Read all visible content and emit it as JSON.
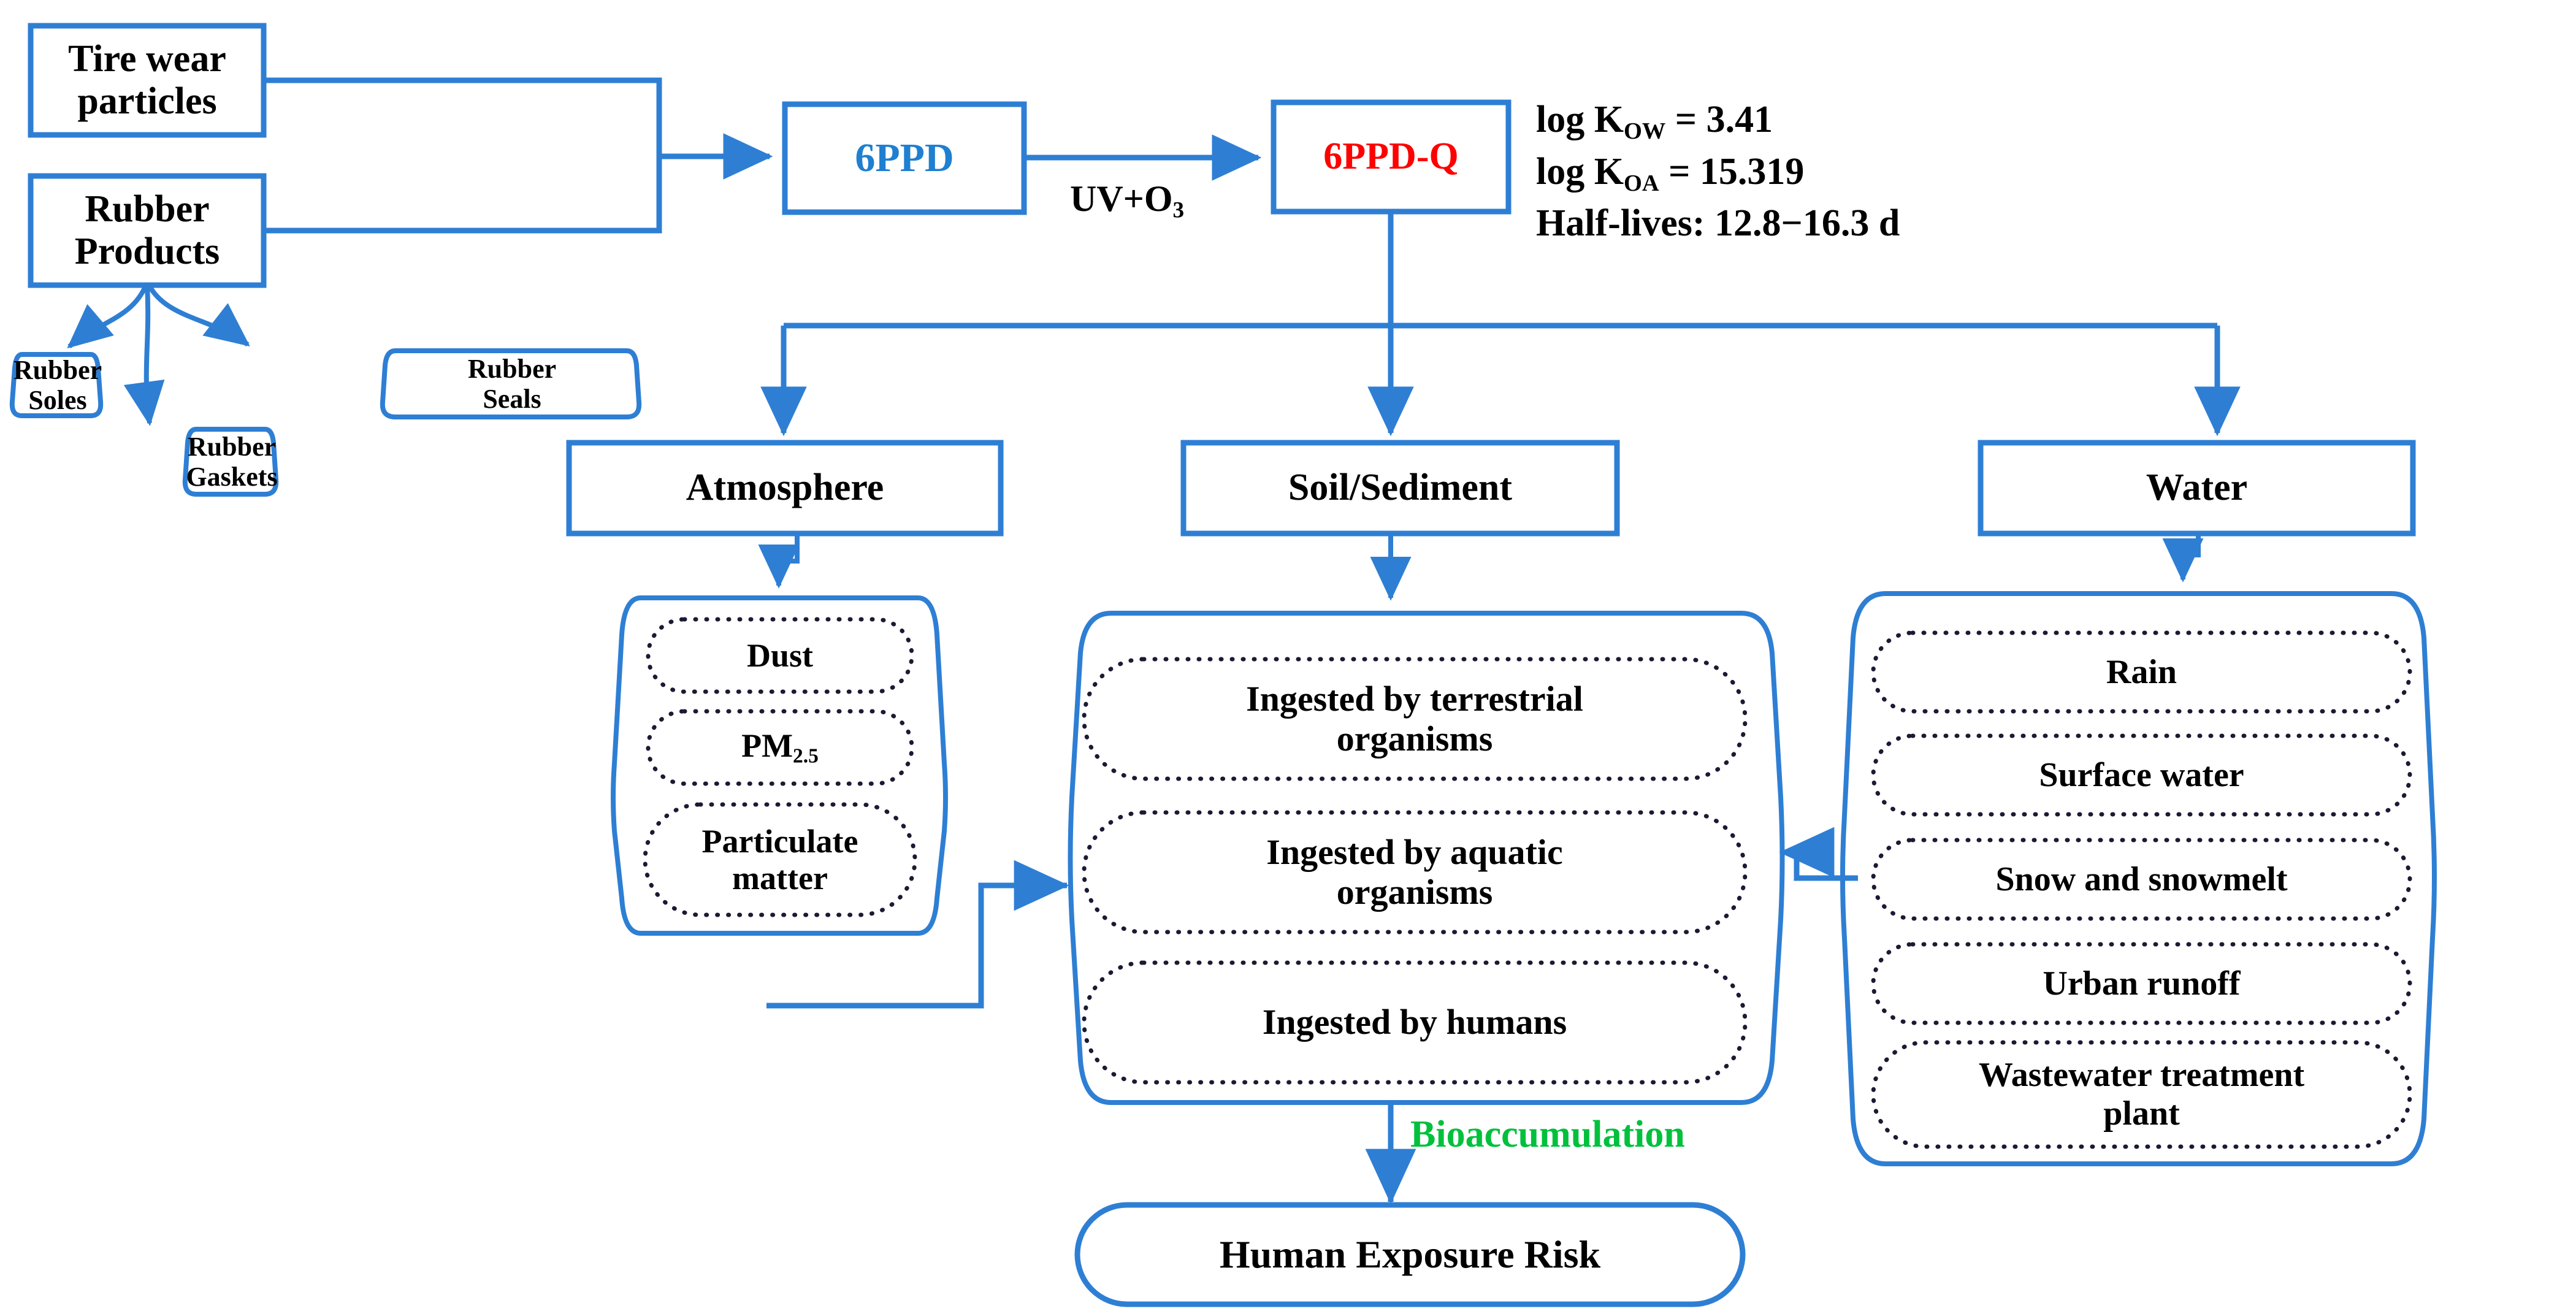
{
  "theme": {
    "line_color": "#2e7fd4",
    "text_color": "#000000",
    "label_6ppd_color": "#1f7fd0",
    "label_6ppdq_color": "#ff0000",
    "bioaccumulation_color": "#00c03c",
    "dotted_border_color": "#1a1a33",
    "background": "#ffffff"
  },
  "sources": {
    "tire_wear_particles": "Tire wear particles",
    "rubber_products": "Rubber Products",
    "rubber_items": [
      {
        "label": "Rubber\nSoles",
        "line1": "Rubber",
        "line2": "Soles"
      },
      {
        "label": "Rubber\nGaskets",
        "line1": "Rubber",
        "line2": "Gaskets"
      },
      {
        "label": "Rubber\nSeals",
        "line1": "Rubber",
        "line2": "Seals"
      }
    ]
  },
  "chemicals": {
    "parent": "6PPD",
    "transformation_label_pre": "UV+O",
    "transformation_label_sub": "3",
    "product": "6PPD-Q"
  },
  "properties": {
    "line1_pre": "log K",
    "line1_sub": "OW",
    "line1_post": " = 3.41",
    "line2_pre": "log K",
    "line2_sub": "OA",
    "line2_post": " = 15.319",
    "line3": "Half-lives: 12.8−16.3 d"
  },
  "compartments": [
    {
      "name": "Atmosphere",
      "items": [
        {
          "text": "Dust"
        },
        {
          "text_pre": "PM",
          "text_sub": "2.5"
        },
        {
          "line1": "Particulate",
          "line2": "matter"
        }
      ]
    },
    {
      "name": "Soil/Sediment",
      "items": [
        {
          "line1": "Ingested by terrestrial",
          "line2": "organisms"
        },
        {
          "line1": "Ingested by aquatic",
          "line2": "organisms"
        },
        {
          "line1": "Ingested by humans",
          "line2": ""
        }
      ]
    },
    {
      "name": "Water",
      "items": [
        {
          "line1": "Rain",
          "line2": ""
        },
        {
          "line1": "Surface water",
          "line2": ""
        },
        {
          "line1": "Snow and snowmelt",
          "line2": ""
        },
        {
          "line1": "Urban runoff",
          "line2": ""
        },
        {
          "line1": "Wastewater treatment",
          "line2": "plant"
        }
      ]
    }
  ],
  "outcome": {
    "pathway_label": "Bioaccumulation",
    "risk_label": "Human Exposure Risk"
  }
}
